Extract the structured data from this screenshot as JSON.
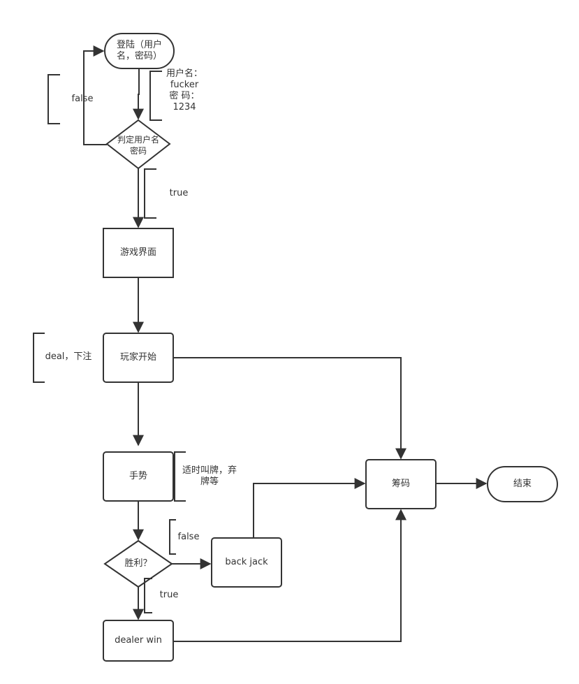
{
  "nodes": {
    "login": [
      "登陆（用户",
      "名，密码）"
    ],
    "verify": [
      "判定用户名",
      "密码"
    ],
    "game": "游戏界面",
    "player_start": "玩家开始",
    "gesture": "手势",
    "win": "胜利？",
    "blackjack": "back jack",
    "dealer_win": "dealer win",
    "chips": "筹码",
    "end": "结束"
  },
  "notes": {
    "false_top": "false",
    "credentials": [
      "用户名：",
      "fucker",
      "密 码：",
      "1234"
    ],
    "true_top": "true",
    "deal": "deal，下注",
    "gesture_note": [
      "适时叫牌，弃",
      "牌等"
    ],
    "false_bottom": "false",
    "true_bottom": "true"
  },
  "colors": {
    "stroke": "#333333",
    "text": "#333333",
    "fill": "#ffffff"
  }
}
